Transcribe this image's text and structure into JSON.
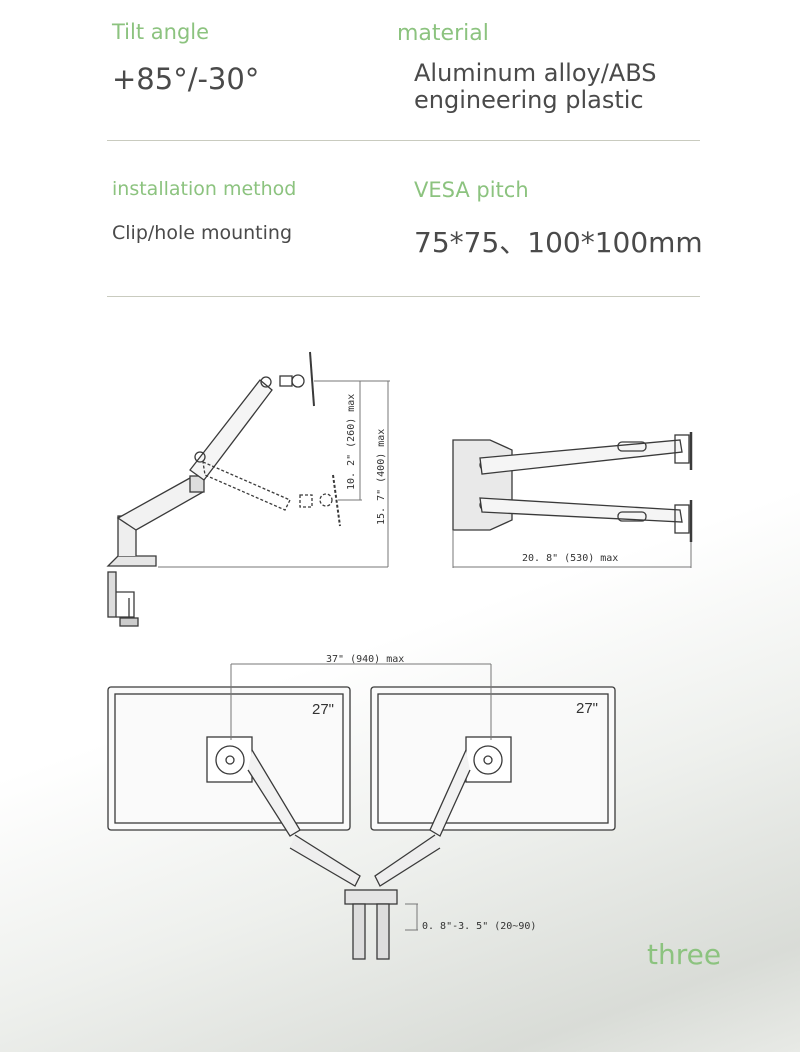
{
  "specs": {
    "tilt": {
      "label": "Tilt angle",
      "value": "+85°/-30°"
    },
    "material": {
      "label": "material",
      "value_line1": "Aluminum alloy/ABS",
      "value_line2": "engineering plastic"
    },
    "installation": {
      "label": "installation method",
      "value": "Clip/hole mounting"
    },
    "vesa": {
      "label": "VESA pitch",
      "value": "75*75、100*100mm"
    }
  },
  "diagrams": {
    "side_view": {
      "dim_height_1": "10. 2\" (260) max",
      "dim_height_2": "15. 7\" (400) max"
    },
    "top_view": {
      "dim_width": "20. 8\" (530) max"
    },
    "front_view": {
      "dim_span": "37\" (940) max",
      "monitor_left_size": "27\"",
      "monitor_right_size": "27\"",
      "dim_clamp": "0. 8\"-3. 5\" (20~90)"
    }
  },
  "footer": {
    "caption": "three"
  },
  "colors": {
    "accent": "#8cc37f",
    "text": "#4a4a4a",
    "divider": "#c9cbbf"
  }
}
